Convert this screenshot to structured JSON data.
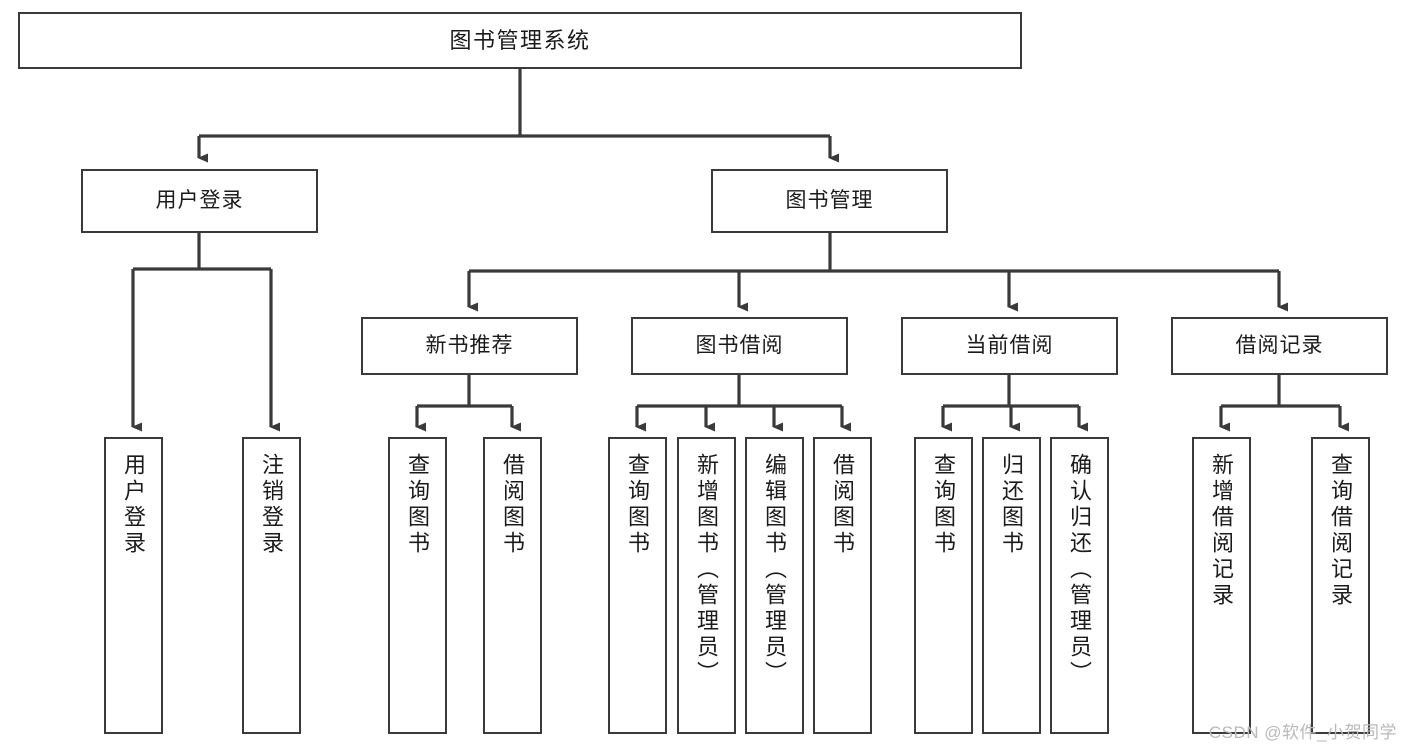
{
  "diagram": {
    "title": "图书管理系统",
    "type": "tree",
    "watermark": "CSDN @软件_小贺同学",
    "colors": {
      "box_border": "#3a3a3a",
      "box_fill": "#ffffff",
      "connector": "#3a3a3a",
      "text": "#1b1b1b",
      "watermark": "#b9b9b9"
    },
    "root": {
      "label": "图书管理系统"
    },
    "level2": [
      {
        "id": "user-login",
        "label": "用户登录"
      },
      {
        "id": "book-manage",
        "label": "图书管理"
      }
    ],
    "level3": [
      {
        "id": "new-book-recommend",
        "label": "新书推荐"
      },
      {
        "id": "book-borrow",
        "label": "图书借阅"
      },
      {
        "id": "current-borrow",
        "label": "当前借阅"
      },
      {
        "id": "borrow-record",
        "label": "借阅记录"
      }
    ],
    "leaves": {
      "user_login": [
        {
          "id": "leaf-user-login",
          "label": "用户登录"
        },
        {
          "id": "leaf-logout-login",
          "label": "注销登录"
        }
      ],
      "new_book_recommend": [
        {
          "id": "leaf-query-book-1",
          "label": "查询图书"
        },
        {
          "id": "leaf-borrow-book-1",
          "label": "借阅图书"
        }
      ],
      "book_borrow": [
        {
          "id": "leaf-query-book-2",
          "label": "查询图书"
        },
        {
          "id": "leaf-add-book",
          "label": "新增图书（管理员）"
        },
        {
          "id": "leaf-edit-book",
          "label": "编辑图书（管理员）"
        },
        {
          "id": "leaf-borrow-book-2",
          "label": "借阅图书"
        }
      ],
      "current_borrow": [
        {
          "id": "leaf-query-book-3",
          "label": "查询图书"
        },
        {
          "id": "leaf-return-book",
          "label": "归还图书"
        },
        {
          "id": "leaf-confirm-return",
          "label": "确认归还（管理员）"
        }
      ],
      "borrow_record": [
        {
          "id": "leaf-add-record",
          "label": "新增借阅记录"
        },
        {
          "id": "leaf-query-record",
          "label": "查询借阅记录"
        }
      ]
    }
  }
}
